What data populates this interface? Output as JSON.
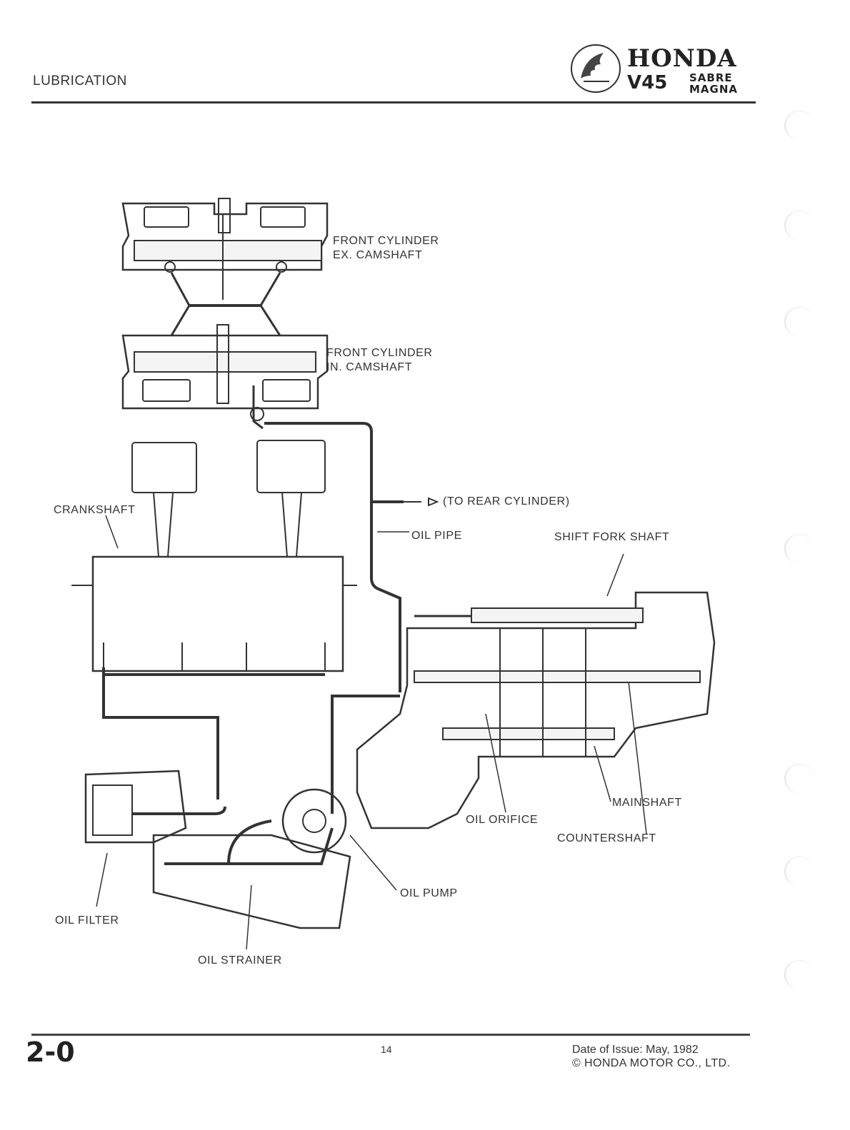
{
  "header": {
    "section_title": "LUBRICATION",
    "brand_name": "HONDA",
    "model": "V45",
    "variant_1": "SABRE",
    "variant_2": "MAGNA"
  },
  "diagram_labels": {
    "front_ex_camshaft_line1": "FRONT CYLINDER",
    "front_ex_camshaft_line2": "EX. CAMSHAFT",
    "front_in_camshaft_line1": "FRONT CYLINDER",
    "front_in_camshaft_line2": "IN. CAMSHAFT",
    "to_rear_cylinder": "(TO REAR CYLINDER)",
    "crankshaft": "CRANKSHAFT",
    "oil_pipe": "OIL PIPE",
    "shift_fork_shaft": "SHIFT FORK SHAFT",
    "mainshaft": "MAINSHAFT",
    "oil_orifice": "OIL ORIFICE",
    "countershaft": "COUNTERSHAFT",
    "oil_pump": "OIL PUMP",
    "oil_filter": "OIL FILTER",
    "oil_strainer": "OIL STRAINER"
  },
  "footer": {
    "page_code": "2-0",
    "page_number": "14",
    "issue_date": "Date of Issue: May, 1982",
    "copyright": "© HONDA MOTOR CO., LTD."
  }
}
